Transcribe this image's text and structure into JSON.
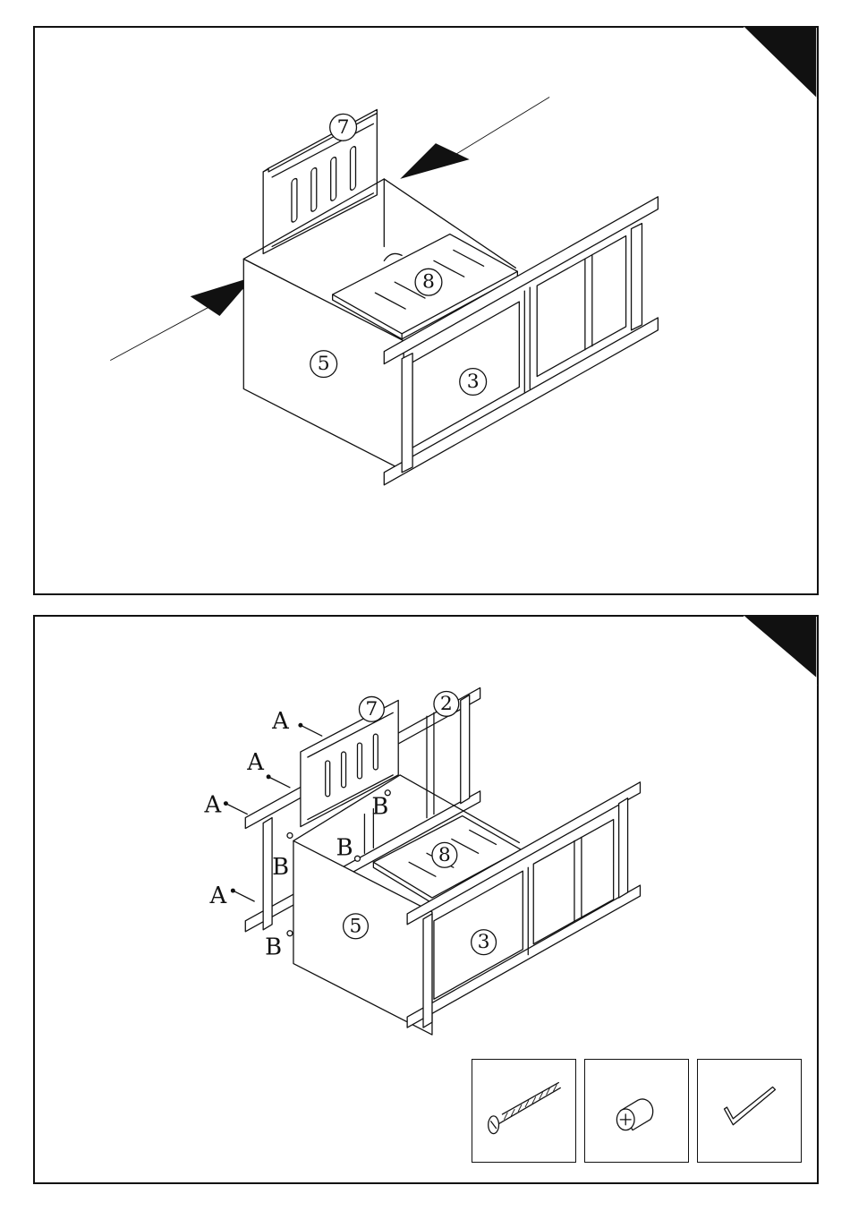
{
  "steps": [
    {
      "parts": {
        "panel_front": "5",
        "side_frame": "3",
        "back_panel": "7",
        "drawer_bottom": "8"
      }
    },
    {
      "parts": {
        "panel_front": "5",
        "side_frame": "3",
        "back_panel": "7",
        "drawer_bottom": "8",
        "side_frame_rear": "2"
      },
      "screw_label": "A",
      "cam_label": "B"
    }
  ],
  "hardware": [
    {
      "icon": "screw-icon"
    },
    {
      "icon": "cam-lock-icon"
    },
    {
      "icon": "allen-key-icon"
    }
  ]
}
